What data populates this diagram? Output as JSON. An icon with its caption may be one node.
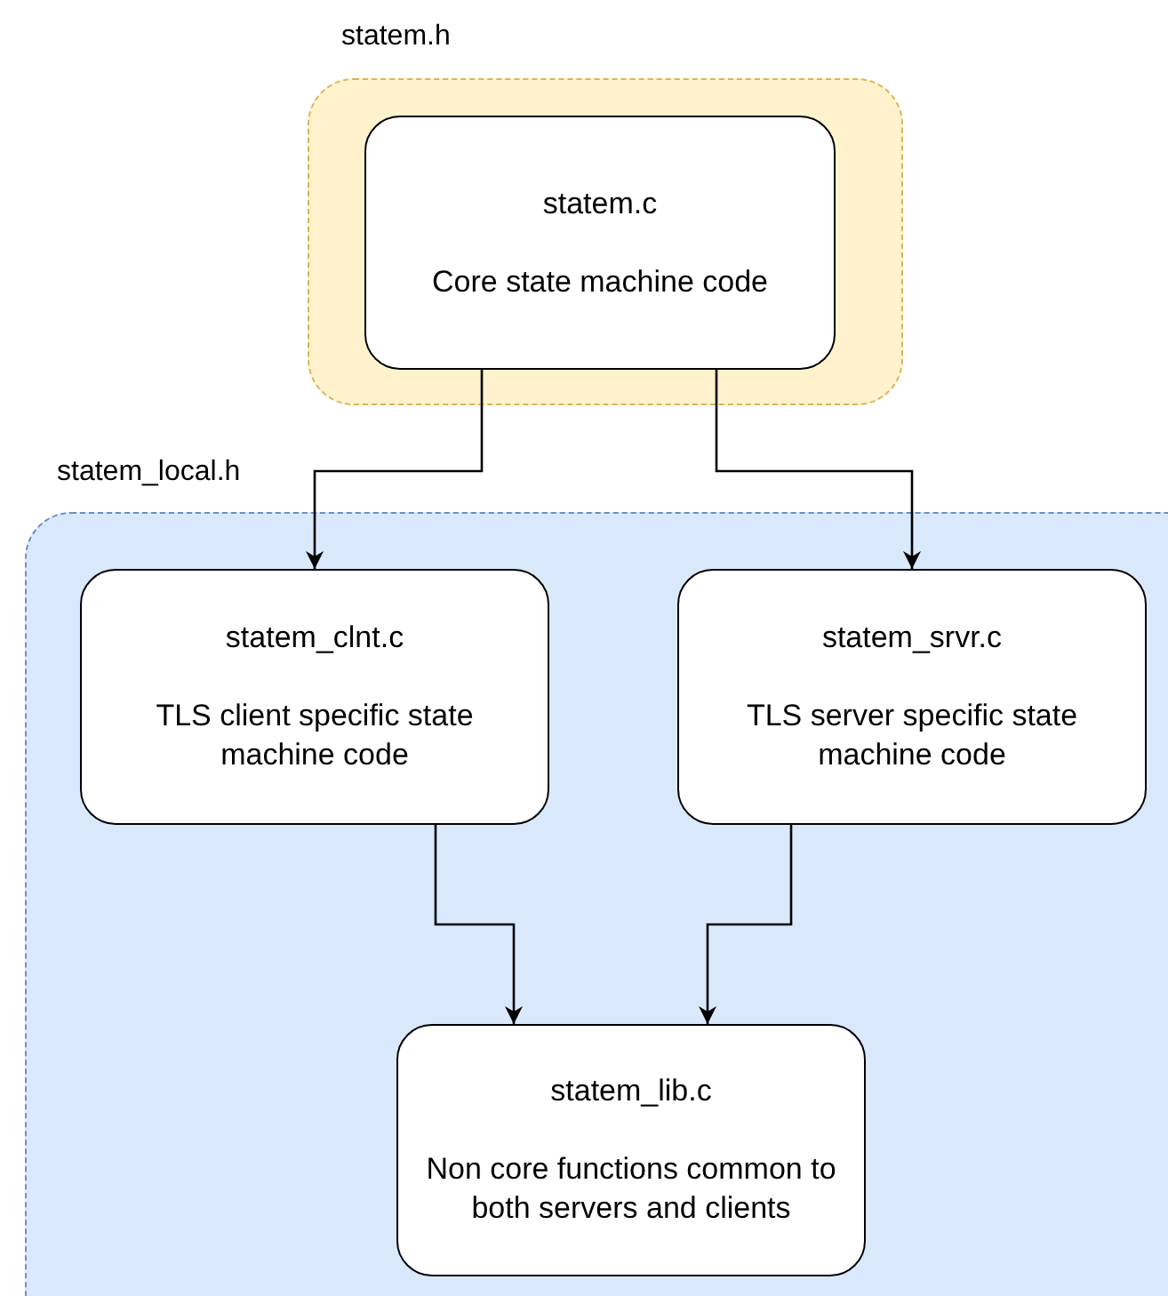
{
  "diagram": {
    "nodes": [
      {
        "text": [
          "statem.h"
        ]
      },
      {
        "text": [
          "statem.c",
          "Core state machine code"
        ],
        "in": 0
      },
      {
        "text": [
          "statem_local.h"
        ]
      },
      {
        "text": [
          "statem_clnt.c",
          "TLS client specific state machine code"
        ],
        "in": 2
      },
      {
        "text": [
          "statem_srvr.c",
          "TLS server specific state machine code"
        ],
        "in": 2
      },
      {
        "text": [
          "statem_lib.c",
          "Non core functions common to both servers and clients"
        ],
        "in": 2
      }
    ],
    "edges": [
      {
        "from": 1,
        "to": 3,
        "arrow": "to"
      },
      {
        "from": 1,
        "to": 4,
        "arrow": "to"
      },
      {
        "from": 3,
        "to": 5,
        "arrow": "to"
      },
      {
        "from": 4,
        "to": 5,
        "arrow": "to"
      }
    ]
  }
}
